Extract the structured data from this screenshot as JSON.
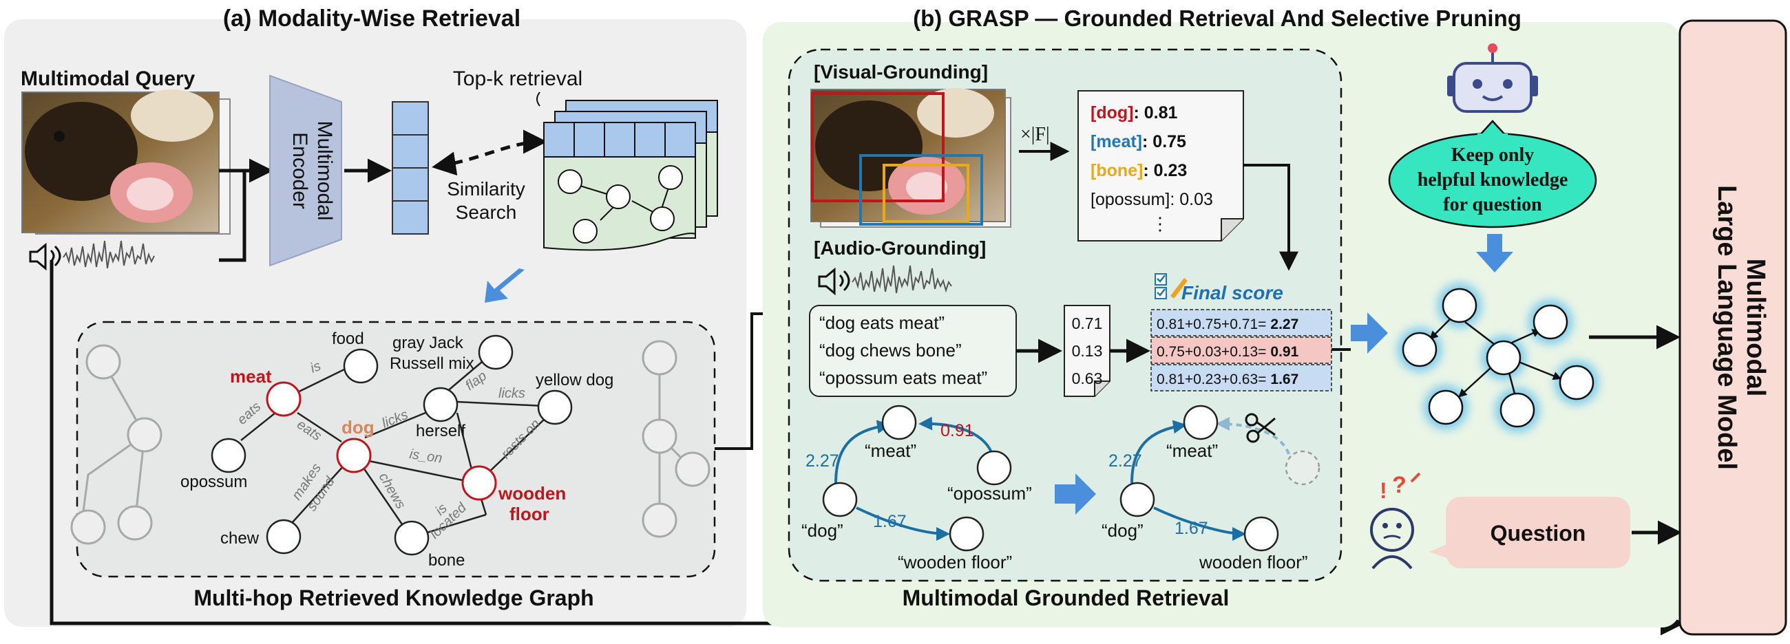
{
  "panel_a": {
    "title": "(a) Modality-Wise Retrieval",
    "query_label": "Multimodal Query",
    "encoder_line1": "Multimodal",
    "encoder_line2": "Encoder",
    "topk_label": "Top-k retrieval",
    "similarity_line1": "Similarity",
    "similarity_line2": "Search",
    "kg_caption": "Multi-hop Retrieved Knowledge Graph",
    "graph": {
      "nodes": {
        "food": "food",
        "gray_jack": [
          "gray Jack",
          "Russell mix"
        ],
        "meat": "meat",
        "yellow_dog": "yellow dog",
        "herself": "herself",
        "dog": "dog",
        "opossum": "opossum",
        "wooden_floor": [
          "wooden",
          "floor"
        ],
        "chew": "chew",
        "bone": "bone"
      },
      "edges": {
        "is": "is",
        "eats1": "eats",
        "eats2": "eats",
        "flap": "flap",
        "licks1": "licks",
        "licks2": "licks",
        "rests_on": "rests on",
        "is_on": "is_on",
        "makes_sound": [
          "makes",
          "sound"
        ],
        "chews": "chews",
        "is_located": [
          "is",
          "located"
        ]
      }
    }
  },
  "panel_b": {
    "title": "(b) GRASP — Grounded Retrieval And Selective Pruning",
    "visual_grounding": "[Visual-Grounding]",
    "audio_grounding": "[Audio-Grounding]",
    "times_f": "×|F|",
    "scores": [
      {
        "label": "[dog]",
        "value": "0.81",
        "color": "#c0151b"
      },
      {
        "label": "[meat]",
        "value": "0.75",
        "color": "#1f77b4"
      },
      {
        "label": "[bone]",
        "value": "0.23",
        "color": "#e9a91a"
      },
      {
        "label": "[opossum]",
        "value": "0.03",
        "color": "#222222"
      }
    ],
    "ellipsis": "⋮",
    "final_score_label": "Final score",
    "triples": [
      "“dog eats meat”",
      "“dog chews bone”",
      "“opossum eats meat”"
    ],
    "audio_scores": [
      "0.71",
      "0.13",
      "0.63"
    ],
    "final_rows": [
      {
        "expr": "0.81+0.75+0.71=",
        "total": "2.27",
        "bg": "#c7dcf2"
      },
      {
        "expr": "0.75+0.03+0.13=",
        "total": "0.91",
        "bg": "#f4c6c4"
      },
      {
        "expr": "0.81+0.23+0.63=",
        "total": "1.67",
        "bg": "#c7dcf2"
      }
    ],
    "left_graph": {
      "meat": "“meat”",
      "opossum": "“opossum”",
      "dog": "“dog”",
      "wooden": "“wooden floor”",
      "w_dog_meat": "2.27",
      "w_opossum_meat": "0.91",
      "w_dog_wood": "1.67"
    },
    "right_graph": {
      "meat": "“meat”",
      "dog": "“dog”",
      "wooden": "wooden floor”",
      "w_dog_meat": "2.27",
      "w_dog_wood": "1.67"
    },
    "retrieval_caption": "Multimodal Grounded Retrieval",
    "bubble": [
      "Keep only",
      "helpful knowledge",
      "for question"
    ],
    "question": "Question"
  },
  "llm": {
    "line1": "Multimodal",
    "line2": "Large Language Model"
  },
  "colors": {
    "panel_a_bg": "#efefef",
    "panel_b_bg": "#eaf5e6",
    "encoder": "#b7c2dd",
    "vector": "#a9c8ec",
    "accent_blue": "#4b8fdc",
    "red": "#c0151b",
    "orange": "#d9865b",
    "teal_bubble": "#35e6c0",
    "llm_bg": "#f9dcd6",
    "question_bg": "#f5d5cd",
    "edge_blue": "#1c6fa3"
  }
}
